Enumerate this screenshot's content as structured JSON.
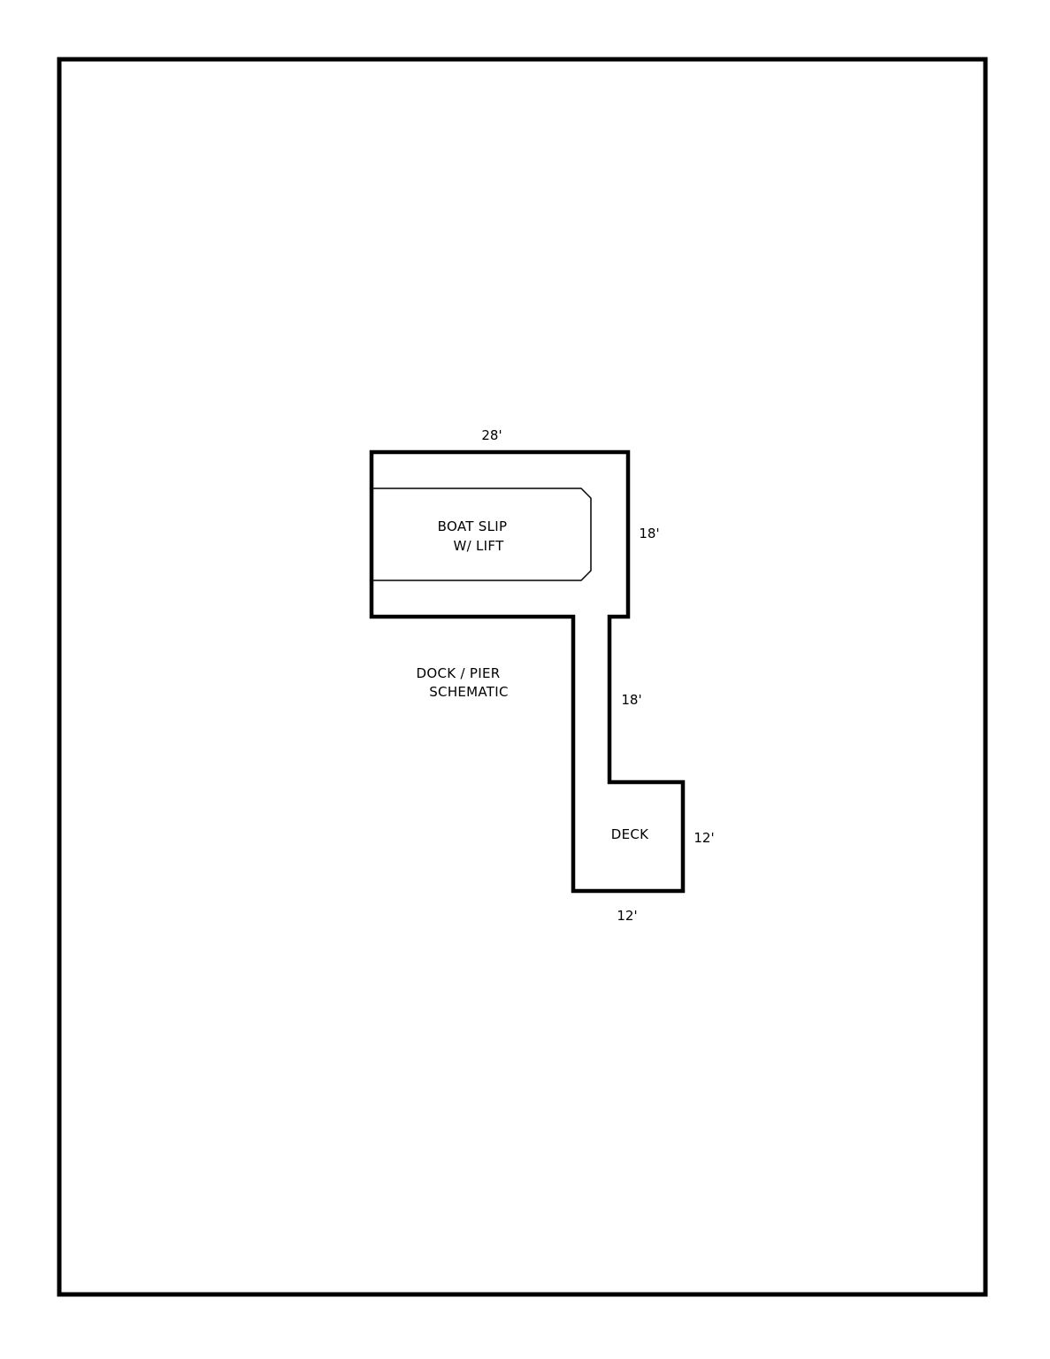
{
  "diagram": {
    "boat_slip_line1": "BOAT SLIP",
    "boat_slip_line2": "W/ LIFT",
    "title_line1": "DOCK / PIER",
    "title_line2": "SCHEMATIC",
    "deck_label": "DECK",
    "dim_top": "28'",
    "dim_slip_right": "18'",
    "dim_walkway": "18'",
    "dim_deck_right": "12'",
    "dim_deck_bottom": "12'"
  }
}
